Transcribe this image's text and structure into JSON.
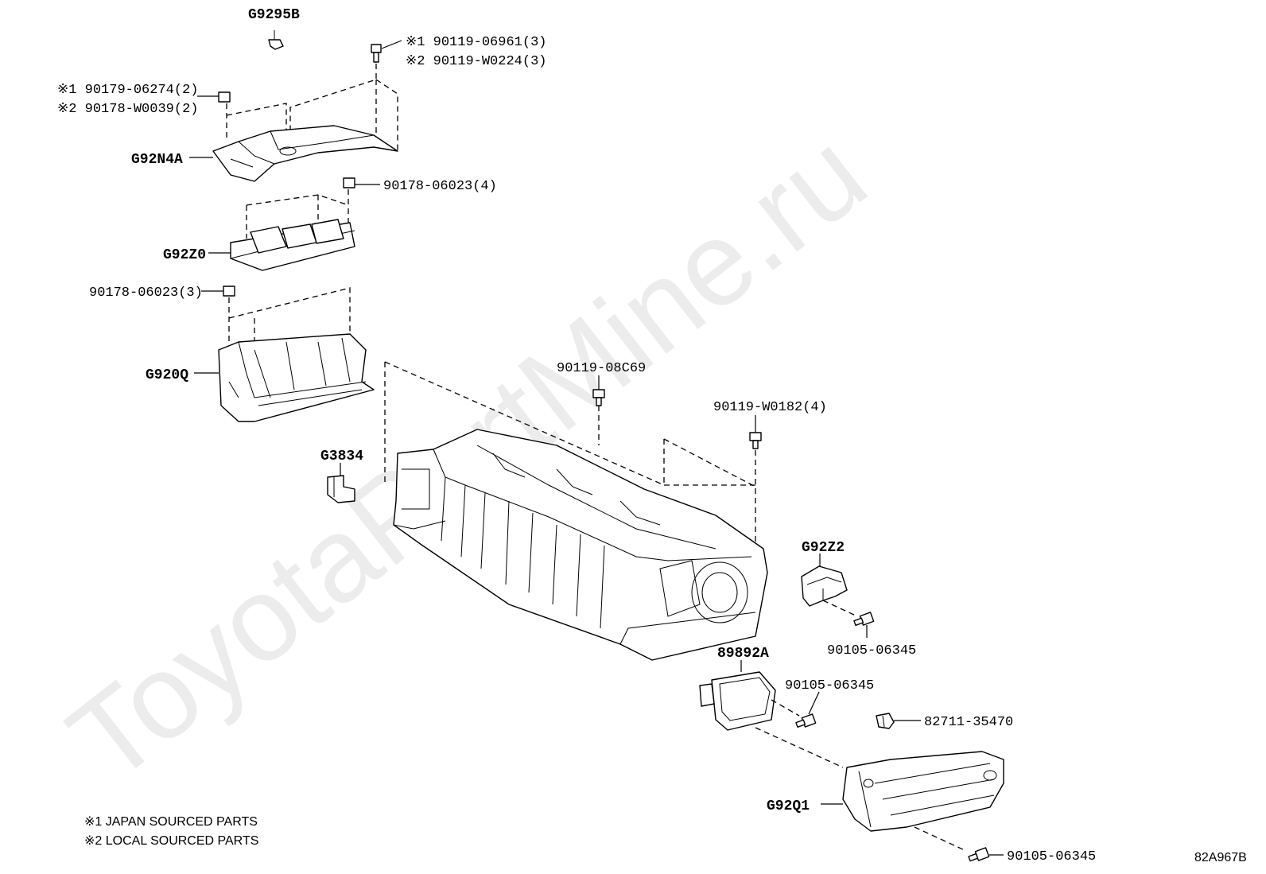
{
  "watermark": "ToyotaPartMine.ru",
  "diagram_code": "82A967B",
  "notes": [
    "※1 JAPAN SOURCED PARTS",
    "※2 LOCAL SOURCED PARTS"
  ],
  "labels": {
    "g9295b": "G9295B",
    "bolt_top_1": "※1 90119-06961(3)",
    "bolt_top_2": "※2 90119-W0224(3)",
    "nut_left_1": "※1 90179-06274(2)",
    "nut_left_2": "※2 90178-W0039(2)",
    "g92n4a": "G92N4A",
    "nut_90178_4": "90178-06023(4)",
    "g92z0": "G92Z0",
    "nut_90178_3": "90178-06023(3)",
    "g920q": "G920Q",
    "g3834": "G3834",
    "bolt_08c69": "90119-08C69",
    "bolt_w0182": "90119-W0182(4)",
    "g92z2": "G92Z2",
    "bolt_06345_a": "90105-06345",
    "p89892a": "89892A",
    "bolt_06345_b": "90105-06345",
    "clip_82711": "82711-35470",
    "g92q1": "G92Q1",
    "bolt_06345_c": "90105-06345"
  }
}
